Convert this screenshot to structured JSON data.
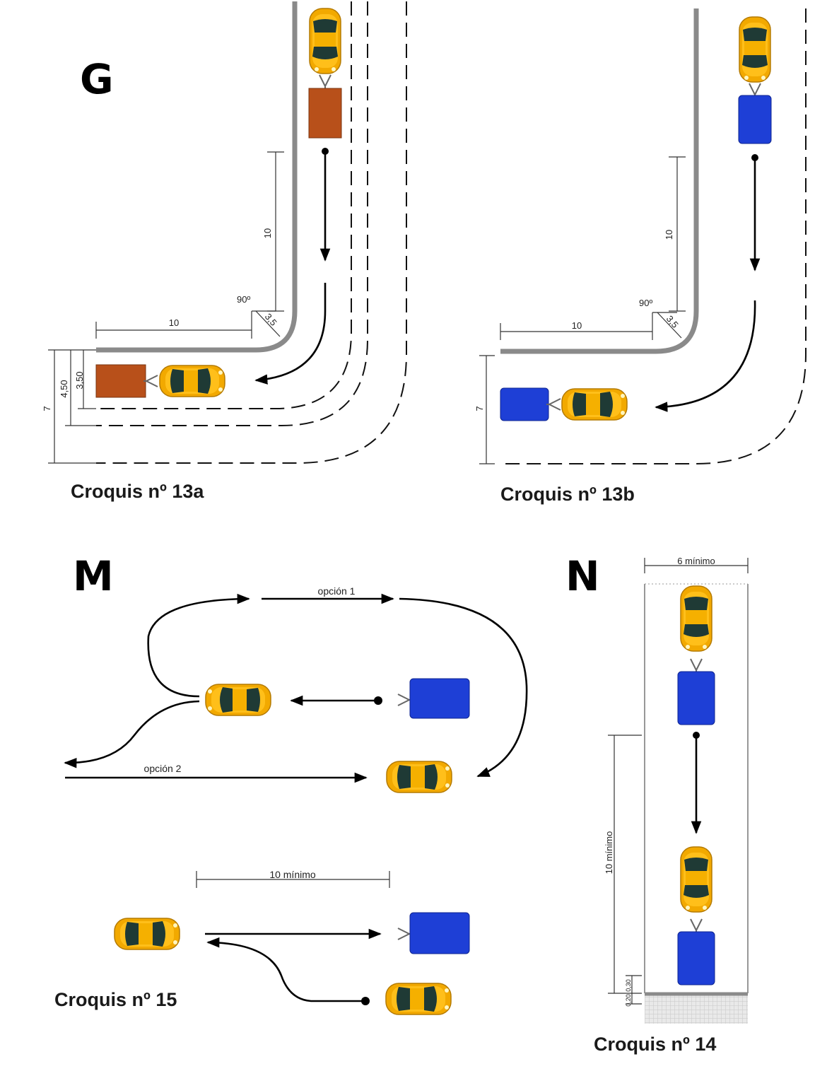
{
  "sections": {
    "g": {
      "letter": "G"
    },
    "m": {
      "letter": "M"
    },
    "n": {
      "letter": "N"
    }
  },
  "sketches": {
    "s13a": {
      "caption": "Croquis nº 13a",
      "dim_vertical": "10",
      "dim_horizontal": "10",
      "angle": "90º",
      "radius": "3,5",
      "width_inner": "3,50",
      "width_mid": "4,50",
      "width_outer": "7"
    },
    "s13b": {
      "caption": "Croquis nº 13b",
      "dim_vertical": "10",
      "dim_horizontal": "10",
      "angle": "90º",
      "radius": "3,5",
      "width_outer": "7"
    },
    "s15": {
      "caption": "Croquis nº 15",
      "option1": "opción 1",
      "option2": "opción 2",
      "min_distance": "10 mínimo"
    },
    "s14": {
      "caption": "Croquis nº 14",
      "width_min": "6 mínimo",
      "length_min": "10 mínimo",
      "small_a": "0,30",
      "small_b": "0,20"
    }
  },
  "colors": {
    "car": "#f2a900",
    "car_glass": "#1f3a35",
    "trailer_orange": "#b8501a",
    "trailer_blue": "#1e3fd6",
    "wall": "#8a8a8a"
  }
}
